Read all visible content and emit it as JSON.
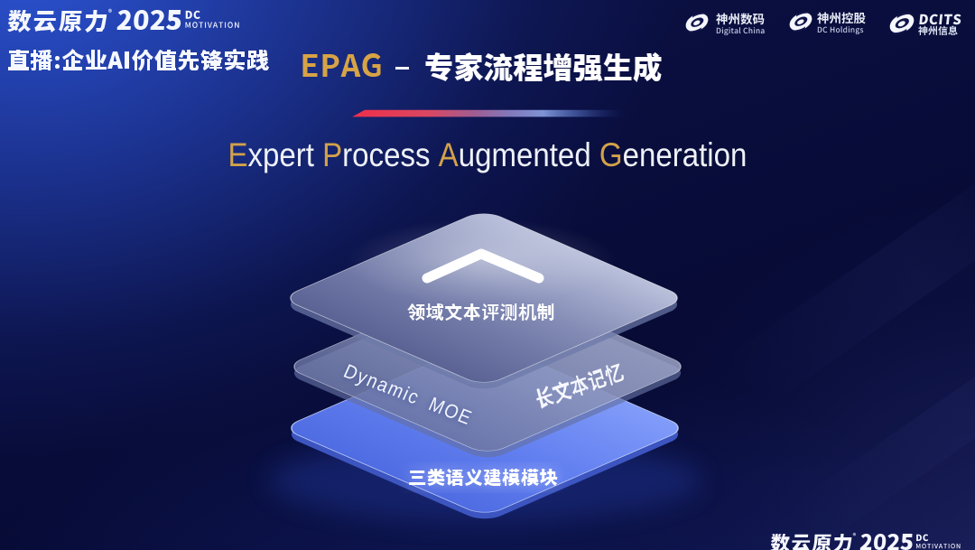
{
  "page": {
    "title": "EPAG - 专家流程增强生成",
    "background_top_left": "#1d3ba4",
    "background_base": "#080c3a"
  },
  "header": {
    "brand": {
      "wordmark": "数云原力",
      "registered": "®",
      "year": "2025",
      "dc": "DC",
      "motivation": "MOTIVATION"
    },
    "live_label": "直播:企业AI价值先锋实践",
    "partners": [
      {
        "cn": "神州数码",
        "en": "Digital China"
      },
      {
        "cn": "神州控股",
        "en": "DC Holdings"
      },
      {
        "en": "DCITS",
        "cn": "神州信息"
      }
    ]
  },
  "title": {
    "acronym": "EPAG",
    "dash": "–",
    "cn": "专家流程增强生成",
    "accent_color": "#d7a345",
    "words": [
      {
        "lead": "E",
        "rest": "xpert"
      },
      {
        "lead": "P",
        "rest": "rocess"
      },
      {
        "lead": "A",
        "rest": "ugmented"
      },
      {
        "lead": "G",
        "rest": "eneration"
      }
    ]
  },
  "diagram": {
    "layers": [
      {
        "id": "top",
        "label": "领域文本评测机制",
        "icon": "chevron-up",
        "style": "glass"
      },
      {
        "id": "middle",
        "label_left": "Dynamic MOE",
        "label_right": "长文本记忆",
        "style": "glass"
      },
      {
        "id": "bottom",
        "label": "三类语义建模模块",
        "style": "blue",
        "color": "#5d7ef0"
      }
    ]
  },
  "footer": {
    "brand": {
      "wordmark": "数云原力",
      "registered": "®",
      "year": "2025",
      "dc": "DC",
      "motivation": "MOTIVATION"
    }
  }
}
